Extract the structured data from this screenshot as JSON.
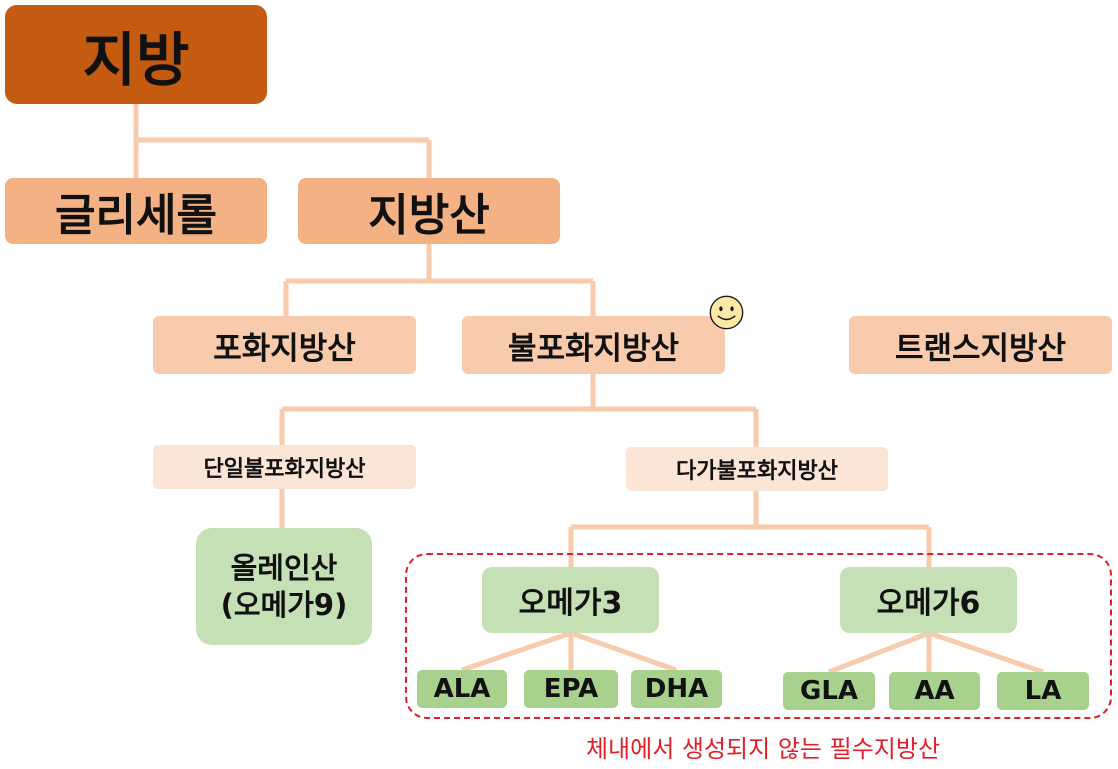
{
  "root": {
    "label": "지방"
  },
  "level1": {
    "glycerol": "글리세롤",
    "fatty_acid": "지방산"
  },
  "level2": {
    "saturated": "포화지방산",
    "unsaturated": "불포화지방산",
    "trans": "트랜스지방산"
  },
  "level3": {
    "mono": "단일불포화지방산",
    "poly": "다가불포화지방산"
  },
  "oleic": {
    "line1": "올레인산",
    "line2": "(오메가9)"
  },
  "omega3": {
    "label": "오메가3",
    "children": [
      "ALA",
      "EPA",
      "DHA"
    ]
  },
  "omega6": {
    "label": "오메가6",
    "children": [
      "GLA",
      "AA",
      "LA"
    ]
  },
  "caption": "체내에서 생성되지 않는 필수지방산",
  "icons": {
    "unsaturated_marker": "smiley-face-icon"
  },
  "colors": {
    "root": "#c55a11",
    "level1": "#f4b183",
    "level2": "#f8cbad",
    "level3": "#fbe5d6",
    "omega": "#c5e0b4",
    "acid": "#a9d18e",
    "connector": "#f8cbad",
    "highlight": "#e0202a"
  }
}
